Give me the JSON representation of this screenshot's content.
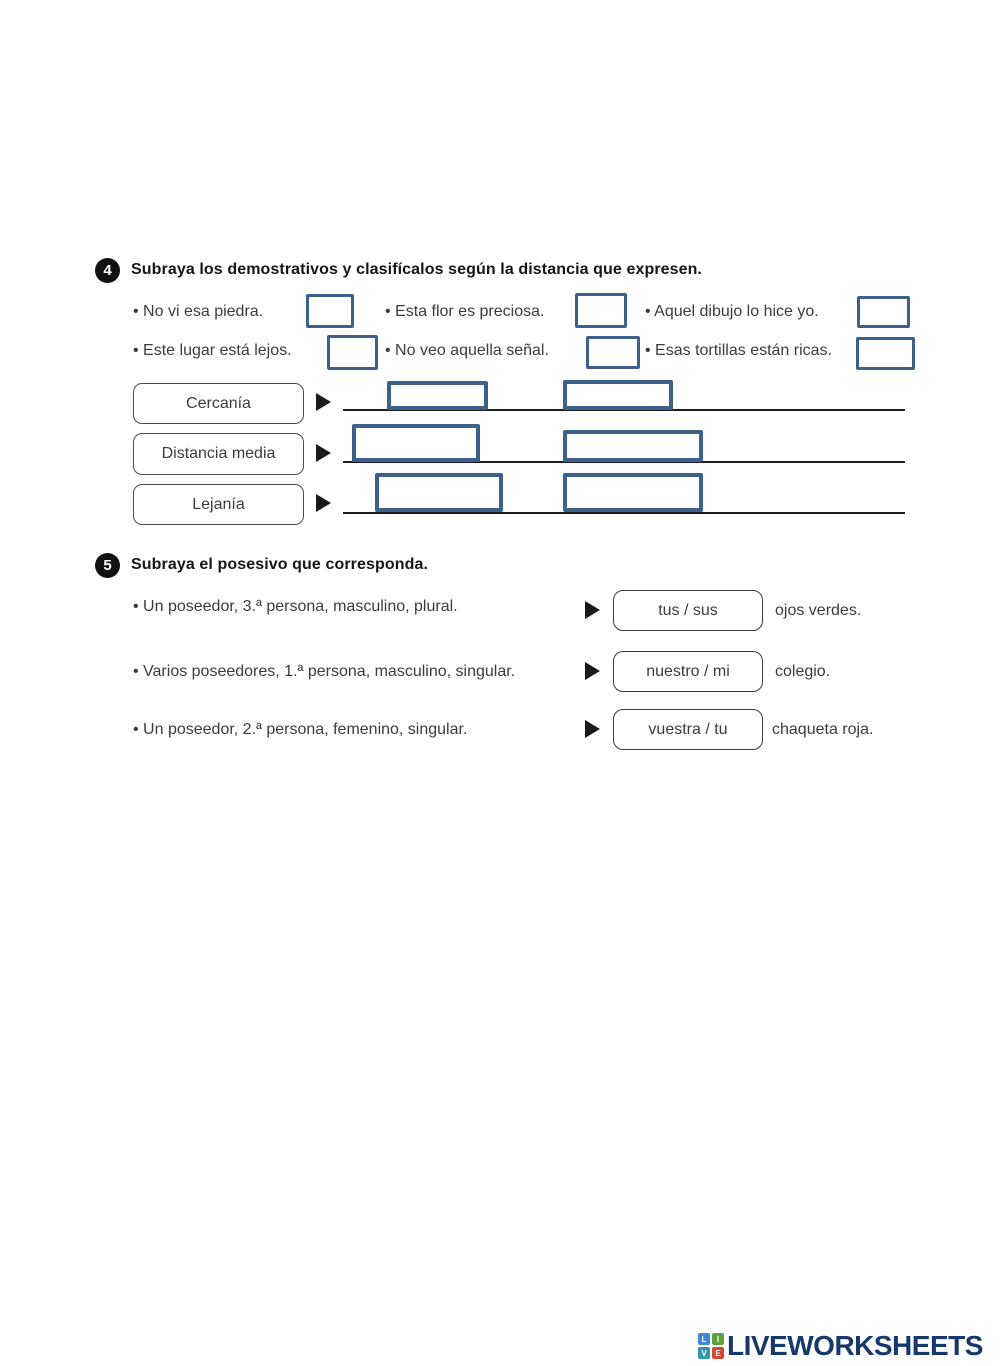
{
  "colors": {
    "answer_box_border": "#3e618c",
    "category_border": "#4d4d4d",
    "body_text": "#3c3c3c",
    "title_text": "#161616",
    "brand_navy": "#17386b"
  },
  "exercise4": {
    "number": "4",
    "title": "Subraya los demostrativos y clasifícalos según la distancia que expresen.",
    "sentences": [
      {
        "text": "• No vi esa piedra."
      },
      {
        "text": "• Esta flor es preciosa."
      },
      {
        "text": "• Aquel dibujo lo hice yo."
      },
      {
        "text": "• Este lugar está lejos."
      },
      {
        "text": "• No veo aquella señal."
      },
      {
        "text": "• Esas tortillas están ricas."
      }
    ],
    "categories": [
      {
        "label": "Cercanía"
      },
      {
        "label": "Distancia media"
      },
      {
        "label": "Lejanía"
      }
    ]
  },
  "exercise5": {
    "number": "5",
    "title": "Subraya el posesivo que corresponda.",
    "items": [
      {
        "prompt": "• Un poseedor, 3.ª persona, masculino, plural.",
        "options": "tus / sus",
        "suffix": "ojos verdes."
      },
      {
        "prompt": "• Varios poseedores, 1.ª persona, masculino, singular.",
        "options": "nuestro / mi",
        "suffix": "colegio."
      },
      {
        "prompt": "• Un poseedor, 2.ª persona, femenino, singular.",
        "options": "vuestra / tu",
        "suffix": "chaqueta roja."
      }
    ]
  },
  "footer": {
    "brand": "LIVEWORKSHEETS",
    "icon_squares": [
      {
        "letter": "L",
        "color": "#4288d0"
      },
      {
        "letter": "I",
        "color": "#5fa33e"
      },
      {
        "letter": "V",
        "color": "#3795ad"
      },
      {
        "letter": "E",
        "color": "#d6452f"
      }
    ]
  }
}
